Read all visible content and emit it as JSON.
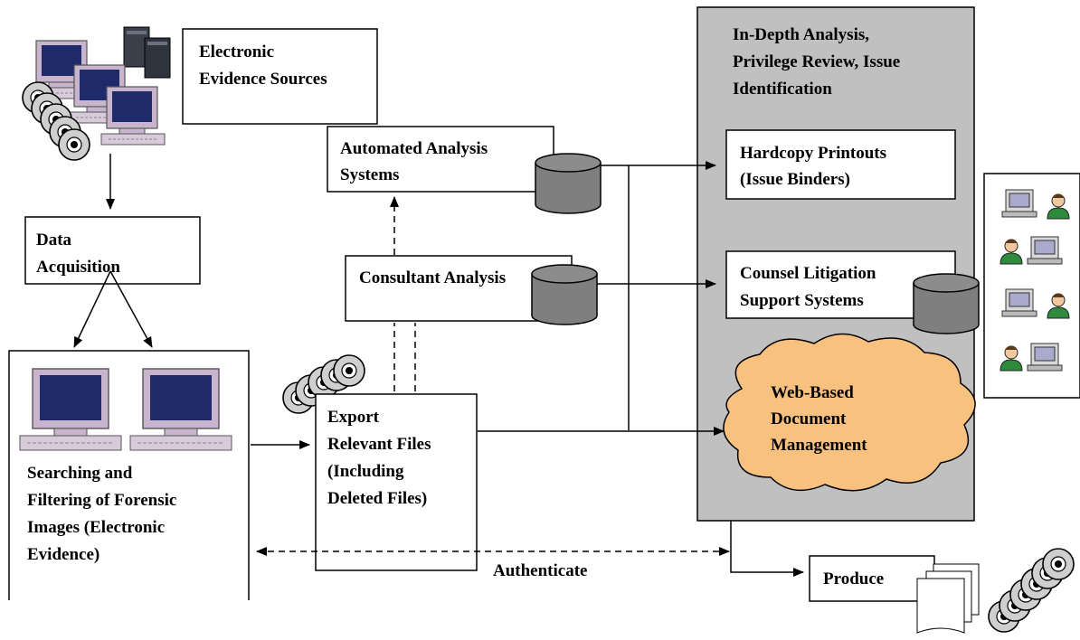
{
  "diagram": {
    "nodes": {
      "electronic_evidence_sources": [
        "Electronic",
        "Evidence Sources"
      ],
      "data_acquisition": [
        "Data",
        "Acquisition"
      ],
      "searching_filtering": [
        "Searching and",
        "Filtering of Forensic",
        "Images (Electronic",
        "Evidence)"
      ],
      "automated_analysis": [
        "Automated Analysis",
        "Systems"
      ],
      "consultant_analysis": [
        "Consultant Analysis"
      ],
      "export_files": [
        "Export",
        "Relevant Files",
        "(Including",
        "Deleted Files)"
      ],
      "in_depth_analysis": [
        "In-Depth Analysis,",
        "Privilege Review, Issue",
        "Identification"
      ],
      "hardcopy_printouts": [
        "Hardcopy Printouts",
        "(Issue Binders)"
      ],
      "counsel_litigation": [
        "Counsel Litigation",
        "Support Systems"
      ],
      "web_based_dm": [
        "Web-Based",
        "Document",
        "Management"
      ],
      "produce": [
        "Produce"
      ]
    },
    "edges": {
      "authenticate": "Authenticate"
    },
    "colors": {
      "panel": "#c0c0c0",
      "cloud": "#f8c180",
      "database": "#7f7f7f",
      "monitor_frame": "#c8b4cc",
      "screen": "#1f2a6b"
    }
  }
}
